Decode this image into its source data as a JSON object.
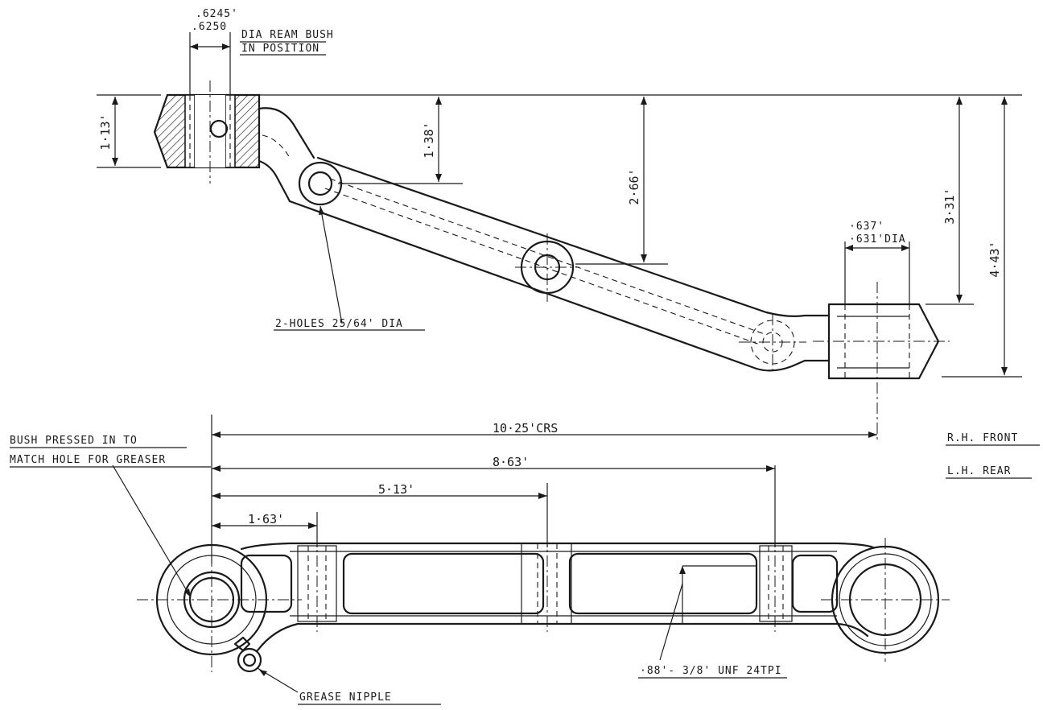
{
  "labels": {
    "bore_top": ".6245'",
    "bore_bottom": ".6250",
    "ream_note_1": "DIA REAM BUSH",
    "ream_note_2": "IN POSITION",
    "dim_113": "1·13'",
    "dim_138": "1·38'",
    "dim_266": "2·66'",
    "dim_331": "3·31'",
    "dim_443": "4·43'",
    "end_dia_1": "·637'",
    "end_dia_2": "·631'DIA",
    "holes_note": "2-HOLES 25/64' DIA",
    "dim_1025": "10·25'CRS",
    "dim_863": "8·63'",
    "dim_513": "5·13'",
    "dim_163": "1·63'",
    "bush_note_1": "BUSH PRESSED IN TO",
    "bush_note_2": "MATCH HOLE FOR GREASER",
    "side_note_1": "R.H. FRONT",
    "side_note_2": "L.H. REAR",
    "thread_note": "·88'- 3/8' UNF 24TPI",
    "grease_note": "GREASE NIPPLE"
  }
}
